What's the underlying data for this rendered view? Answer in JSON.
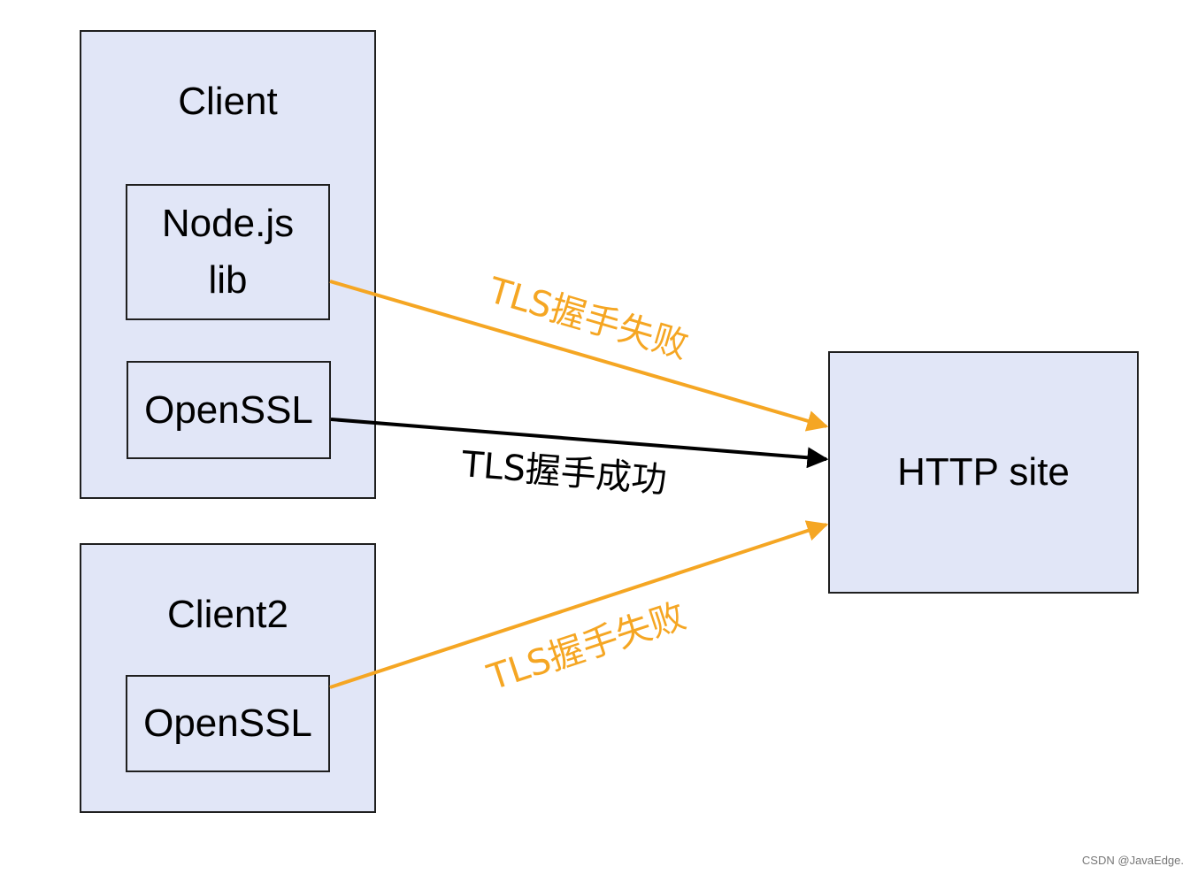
{
  "nodes": {
    "client": {
      "title": "Client"
    },
    "nodejs_lib": {
      "label": "Node.js\nlib"
    },
    "client_openssl": {
      "label": "OpenSSL"
    },
    "client2": {
      "title": "Client2"
    },
    "client2_openssl": {
      "label": "OpenSSL"
    },
    "http_site": {
      "label": "HTTP site"
    }
  },
  "edges": [
    {
      "from": "Node.js lib",
      "to": "HTTP site",
      "label": "TLS握手失败",
      "color": "#f5a623"
    },
    {
      "from": "OpenSSL",
      "to": "HTTP site",
      "label": "TLS握手成功",
      "color": "#000000"
    },
    {
      "from": "Client2 OpenSSL",
      "to": "HTTP site",
      "label": "TLS握手失败",
      "color": "#f5a623"
    }
  ],
  "colors": {
    "box_fill": "#e1e6f7",
    "border": "#1f1f1f",
    "fail": "#f5a623",
    "success": "#000000"
  },
  "watermark": "CSDN @JavaEdge."
}
